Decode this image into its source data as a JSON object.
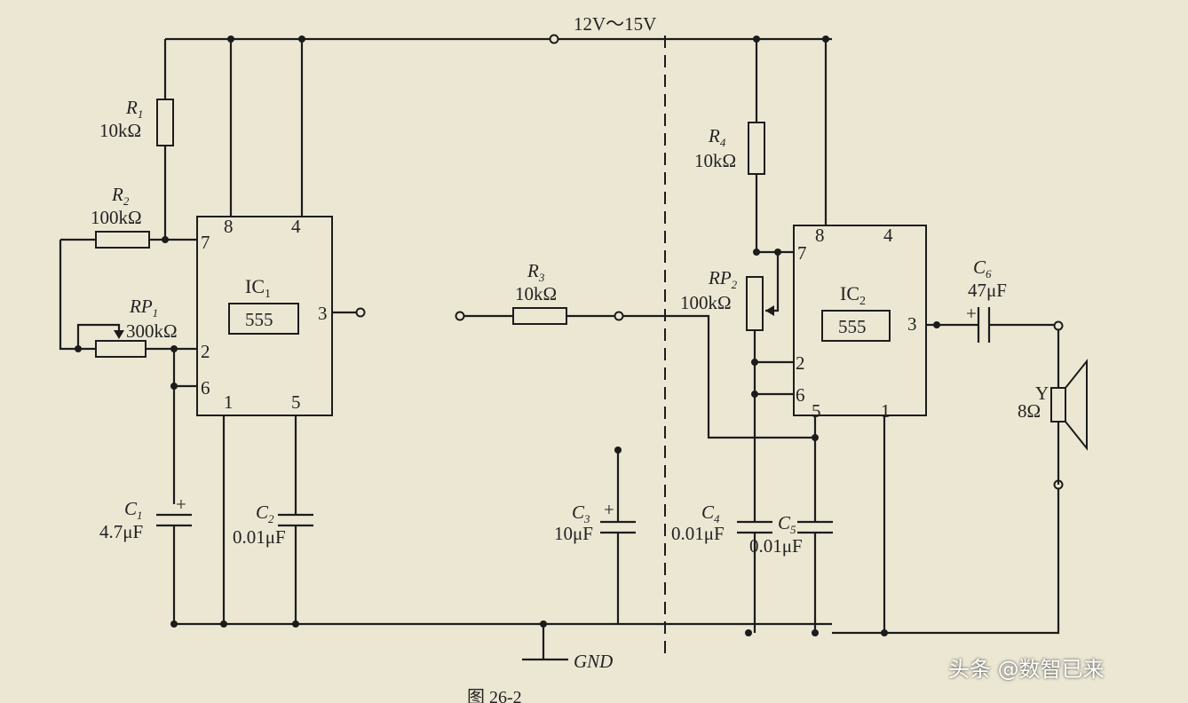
{
  "supply": "12V～15V",
  "ground": "GND",
  "ic1": {
    "name": "IC",
    "sub": "1",
    "chip": "555",
    "pins": {
      "p8": "8",
      "p4": "4",
      "p7": "7",
      "p3": "3",
      "p2": "2",
      "p6": "6",
      "p1": "1",
      "p5": "5"
    }
  },
  "ic2": {
    "name": "IC",
    "sub": "2",
    "chip": "555",
    "pins": {
      "p8": "8",
      "p4": "4",
      "p7": "7",
      "p3": "3",
      "p2": "2",
      "p6": "6",
      "p5": "5",
      "p1": "1"
    }
  },
  "components": {
    "r1": {
      "ref": "R",
      "sub": "1",
      "value": "10kΩ"
    },
    "r2": {
      "ref": "R",
      "sub": "2",
      "value": "100kΩ"
    },
    "rp1": {
      "ref": "RP",
      "sub": "1",
      "value": "300kΩ"
    },
    "r3": {
      "ref": "R",
      "sub": "3",
      "value": "10kΩ"
    },
    "r4": {
      "ref": "R",
      "sub": "4",
      "value": "10kΩ"
    },
    "rp2": {
      "ref": "RP",
      "sub": "2",
      "value": "100kΩ"
    },
    "c1": {
      "ref": "C",
      "sub": "1",
      "value": "4.7μF",
      "pol": "+"
    },
    "c2": {
      "ref": "C",
      "sub": "2",
      "value": "0.01μF"
    },
    "c3": {
      "ref": "C",
      "sub": "3",
      "value": "10μF",
      "pol": "+"
    },
    "c4": {
      "ref": "C",
      "sub": "4",
      "value": "0.01μF"
    },
    "c5": {
      "ref": "C",
      "sub": "5",
      "value": "0.01μF"
    },
    "c6": {
      "ref": "C",
      "sub": "6",
      "value": "47μF",
      "pol": "+"
    },
    "speaker": {
      "ref": "Y",
      "value": "8Ω"
    }
  },
  "caption": "图 26-2",
  "watermark": "头条 @数智已来"
}
